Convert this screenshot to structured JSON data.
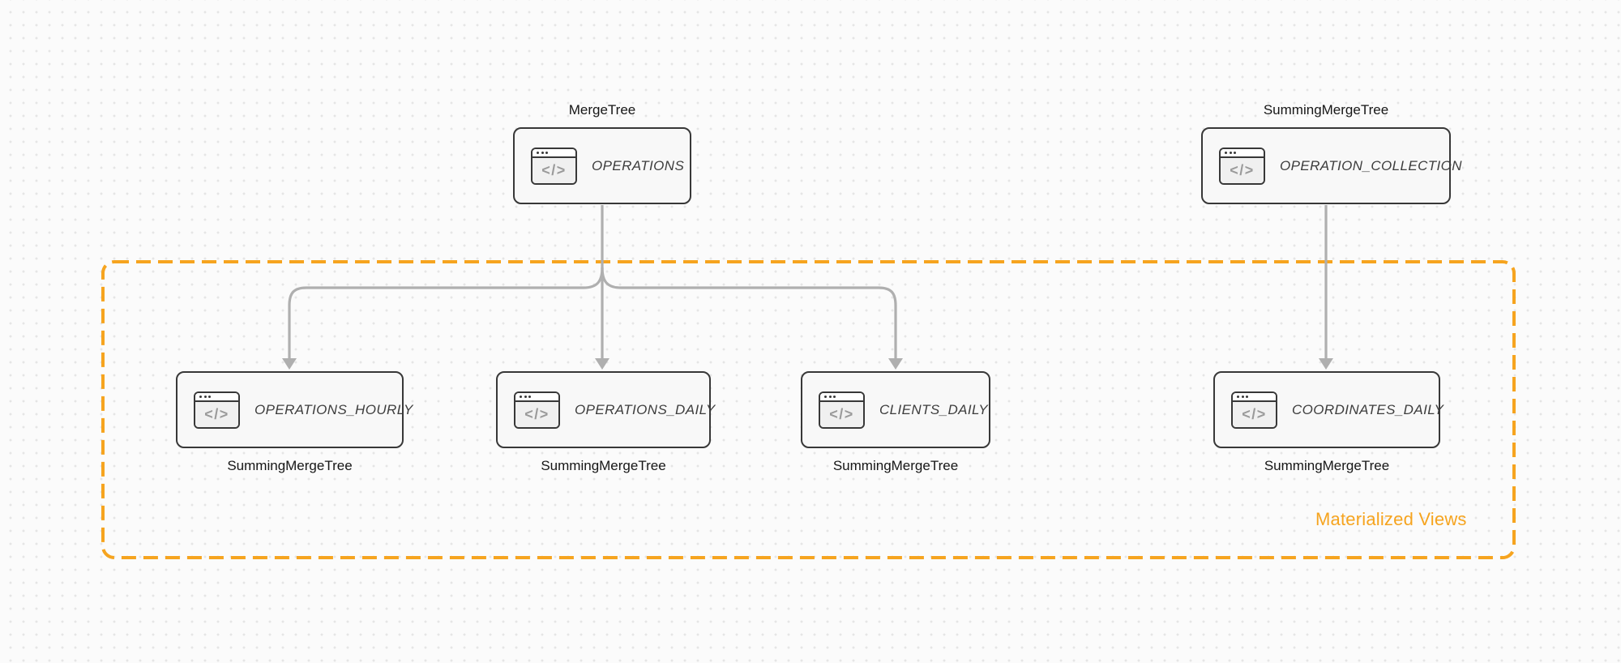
{
  "diagram": {
    "group_label": "Materialized Views",
    "icon_glyph": "</>",
    "nodes": [
      {
        "id": "operations",
        "label": "OPERATIONS",
        "engine": "MergeTree"
      },
      {
        "id": "operation_collection",
        "label": "OPERATION_COLLECTION",
        "engine": "SummingMergeTree"
      },
      {
        "id": "operations_hourly",
        "label": "OPERATIONS_HOURLY",
        "engine": "SummingMergeTree"
      },
      {
        "id": "operations_daily",
        "label": "OPERATIONS_DAILY",
        "engine": "SummingMergeTree"
      },
      {
        "id": "clients_daily",
        "label": "CLIENTS_DAILY",
        "engine": "SummingMergeTree"
      },
      {
        "id": "coordinates_daily",
        "label": "COORDINATES_DAILY",
        "engine": "SummingMergeTree"
      }
    ],
    "edges": [
      {
        "from": "operations",
        "to": "operations_hourly"
      },
      {
        "from": "operations",
        "to": "operations_daily"
      },
      {
        "from": "operations",
        "to": "clients_daily"
      },
      {
        "from": "operation_collection",
        "to": "coordinates_daily"
      }
    ],
    "colors": {
      "accent_orange": "#F6A41F",
      "arrow_gray": "#AFAFAF",
      "node_border": "#383838",
      "node_fill": "#F8F8F8",
      "node_label": "#3D3D3D",
      "engine_label": "#161616",
      "icon_glyph_color": "#9A9A9A",
      "background": "#FBFBFB",
      "grid_dot": "#E5E5E5"
    }
  }
}
